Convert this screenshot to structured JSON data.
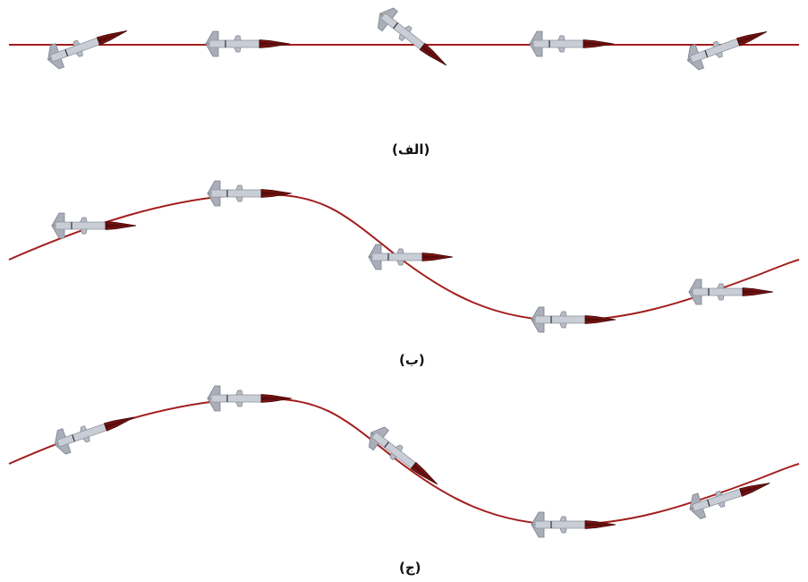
{
  "figure": {
    "line_color": "#a31d1d",
    "rocket_colors": {
      "body": "#c9cdd6",
      "body_shade": "#8e939e",
      "nose": "#7a1212",
      "nose_dark": "#3d0808"
    },
    "panels": [
      {
        "caption": "(الف)",
        "path_type": "straight",
        "rocket_count": 5
      },
      {
        "caption": "(ب)",
        "path_type": "wave",
        "rocket_count": 5
      },
      {
        "caption": "(ج)",
        "path_type": "wave",
        "rocket_count": 5
      }
    ]
  }
}
